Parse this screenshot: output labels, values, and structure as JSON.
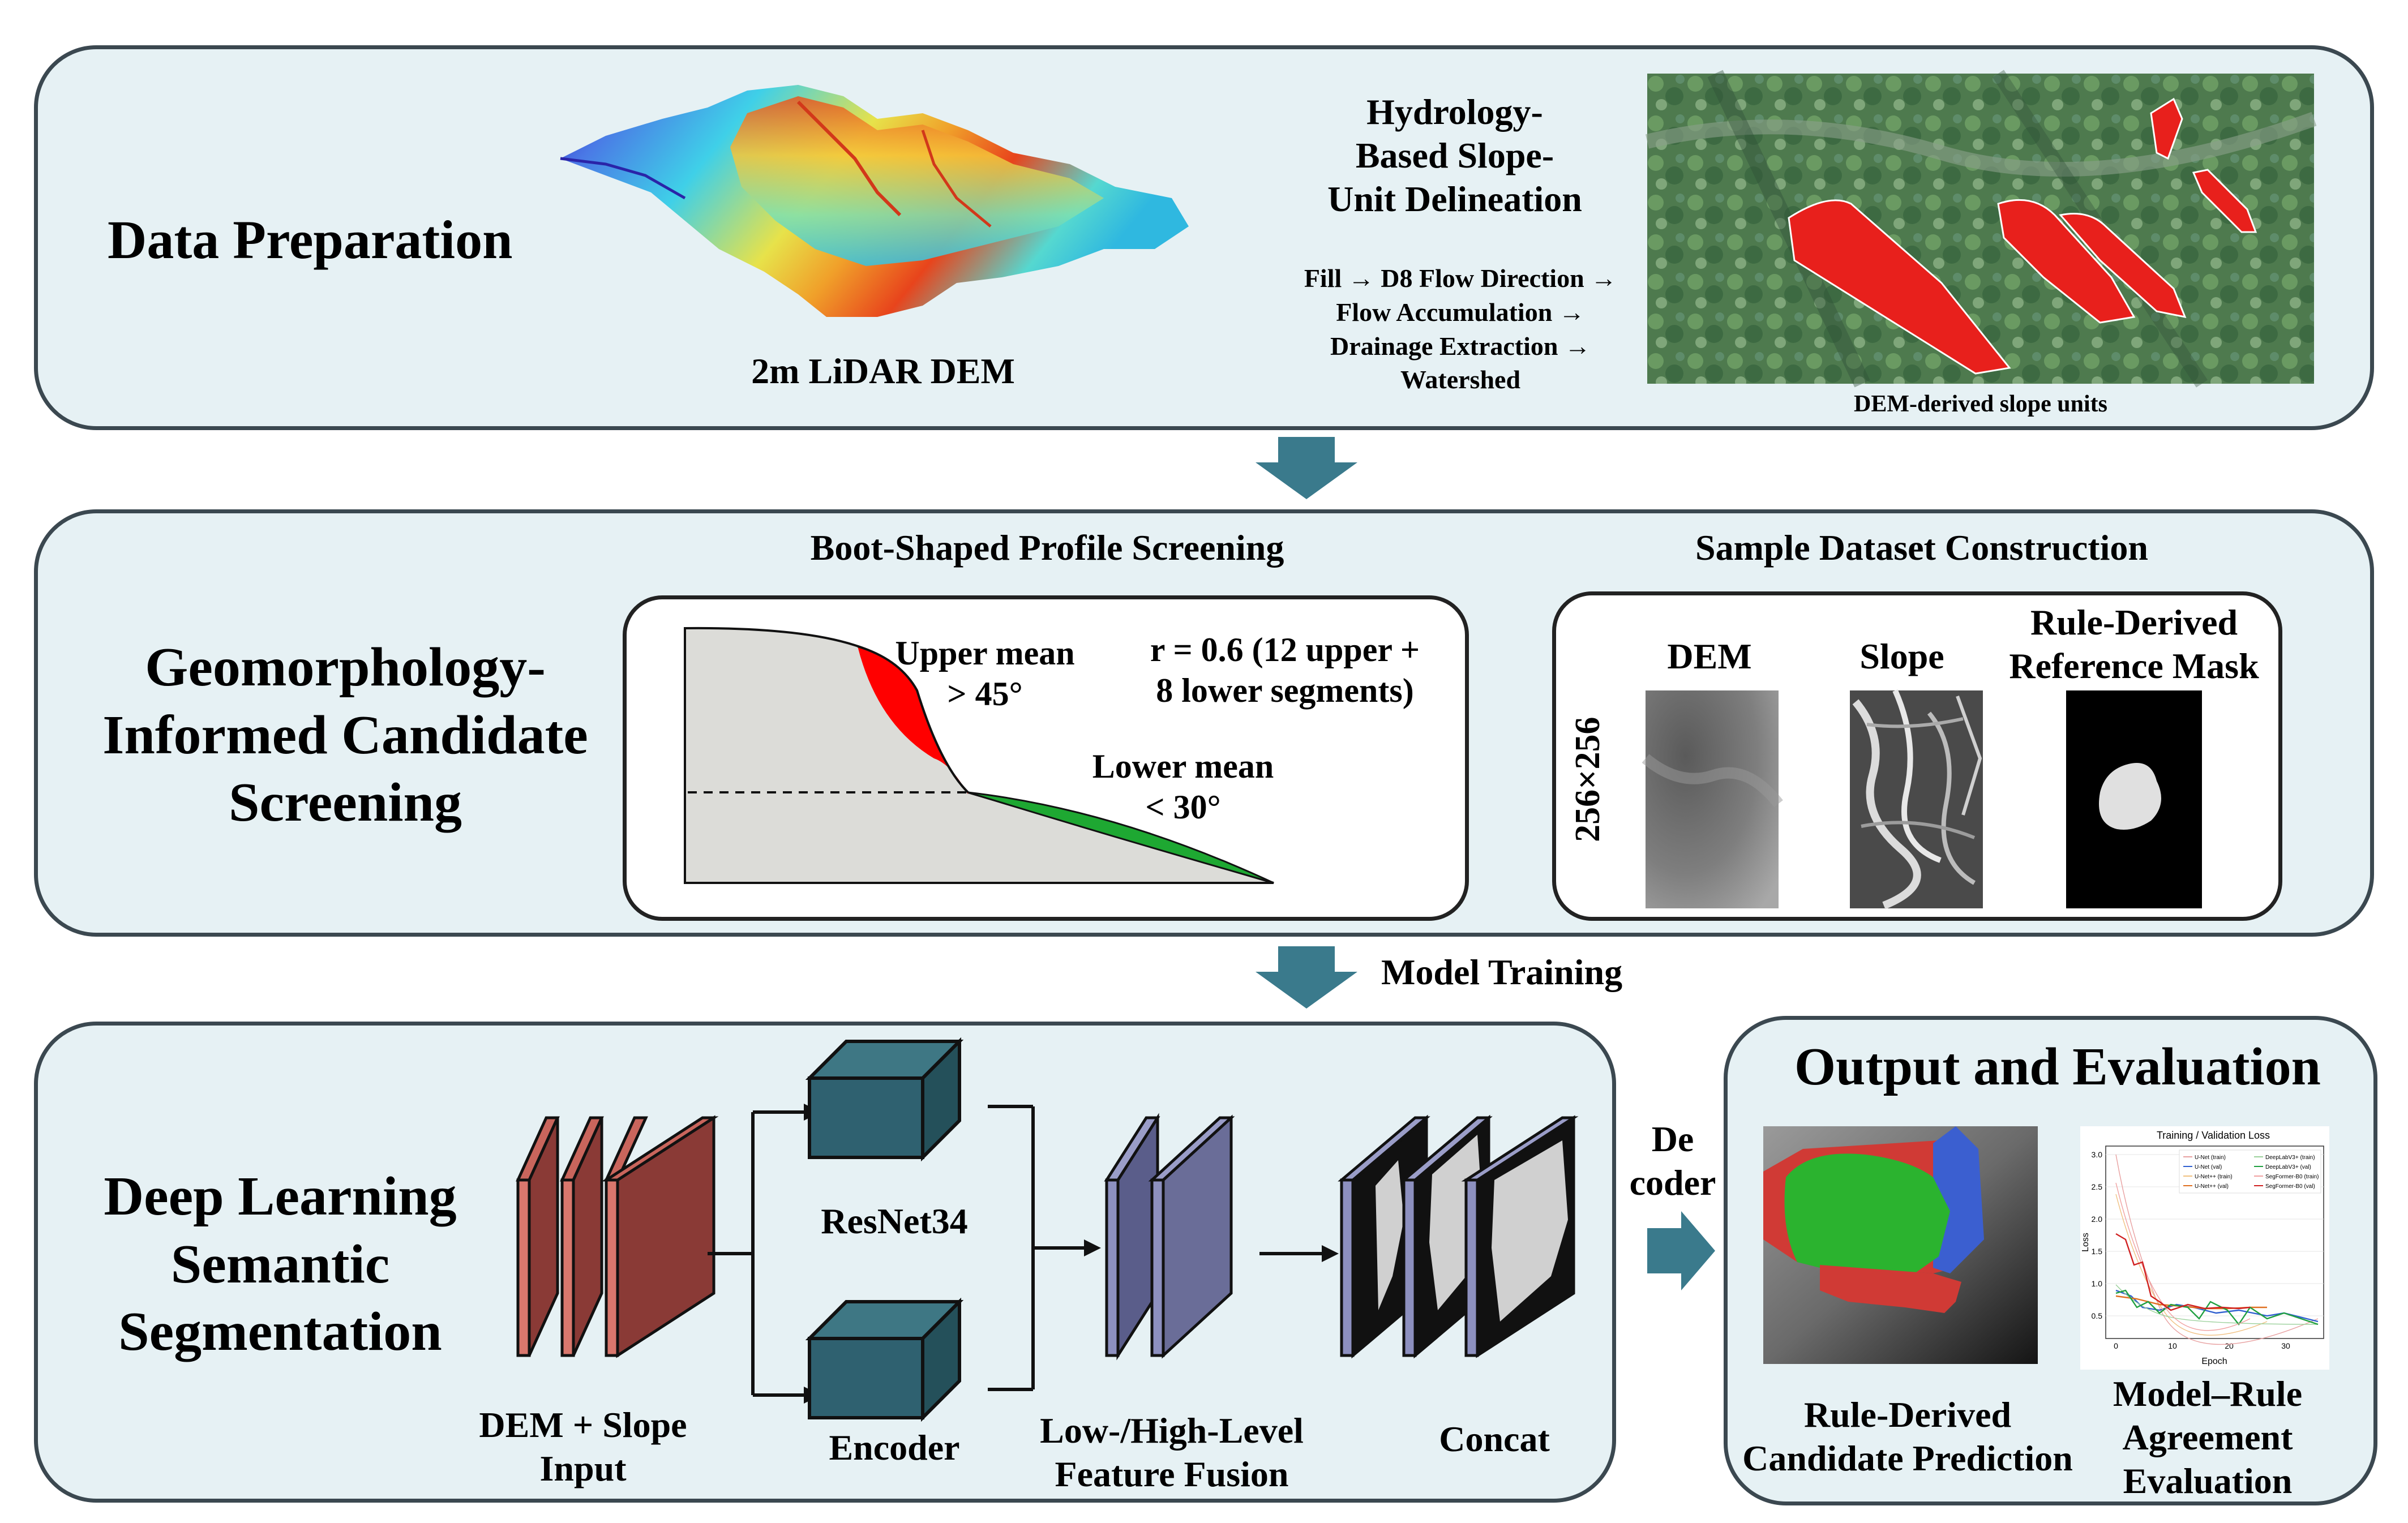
{
  "data_preparation": {
    "title": "Data Preparation",
    "dem_label": "2m LiDAR DEM",
    "hydrology_title": "Hydrology-\nBased Slope-\nUnit Delineation",
    "hydrology_steps": "Fill → D8 Flow Direction →\nFlow Accumulation →\nDrainage Extraction →\nWatershed",
    "slope_units_caption": "DEM-derived slope units"
  },
  "screening": {
    "title": "Geomorphology-\nInformed Candidate\nScreening",
    "boot_title": "Boot-Shaped Profile Screening",
    "upper_mean": "Upper mean\n> 45°",
    "ratio_text": "r = 0.6 (12 upper +\n8 lower segments)",
    "lower_mean": "Lower mean\n< 30°",
    "dataset_title": "Sample Dataset Construction",
    "size_label": "256×256",
    "dem_label": "DEM",
    "slope_label": "Slope",
    "mask_label": "Rule-Derived\nReference Mask"
  },
  "model_training_label": "Model Training",
  "deep_learning": {
    "title": "Deep Learning\nSemantic\nSegmentation",
    "input_label": "DEM + Slope\nInput",
    "resnet_label": "ResNet34",
    "encoder_label": "Encoder",
    "fusion_label": "Low-/High-Level\nFeature Fusion",
    "concat_label": "Concat",
    "decoder_label": "De\ncoder"
  },
  "output": {
    "title": "Output and Evaluation",
    "prediction_label": "Rule-Derived\nCandidate Prediction",
    "agreement_label": "Model–Rule\nAgreement\nEvaluation",
    "loss_chart_title": "Training / Validation Loss",
    "loss_xlabel": "Epoch",
    "loss_ylabel": "Loss",
    "loss_yticks": [
      "0.5",
      "1.0",
      "1.5",
      "2.0",
      "2.5",
      "3.0"
    ],
    "loss_xticks": [
      "0",
      "10",
      "20",
      "30"
    ],
    "legend": [
      "U-Net (train)",
      "U-Net (val)",
      "U-Net++ (train)",
      "U-Net++ (val)",
      "DeepLabV3+ (train)",
      "DeepLabV3+ (val)",
      "SegFormer-B0 (train)",
      "SegFormer-B0 (val)"
    ]
  },
  "colors": {
    "panel_fill": "#e6f1f4",
    "panel_border": "#3b4850",
    "arrow": "#3a7a8c",
    "input_block": "#c9655c",
    "encoder_block": "#2f6170",
    "fusion_block": "#7c7fb0",
    "slope_unit_red": "#e8201c",
    "upper_red": "#ff0000",
    "lower_green": "#1ea832"
  }
}
